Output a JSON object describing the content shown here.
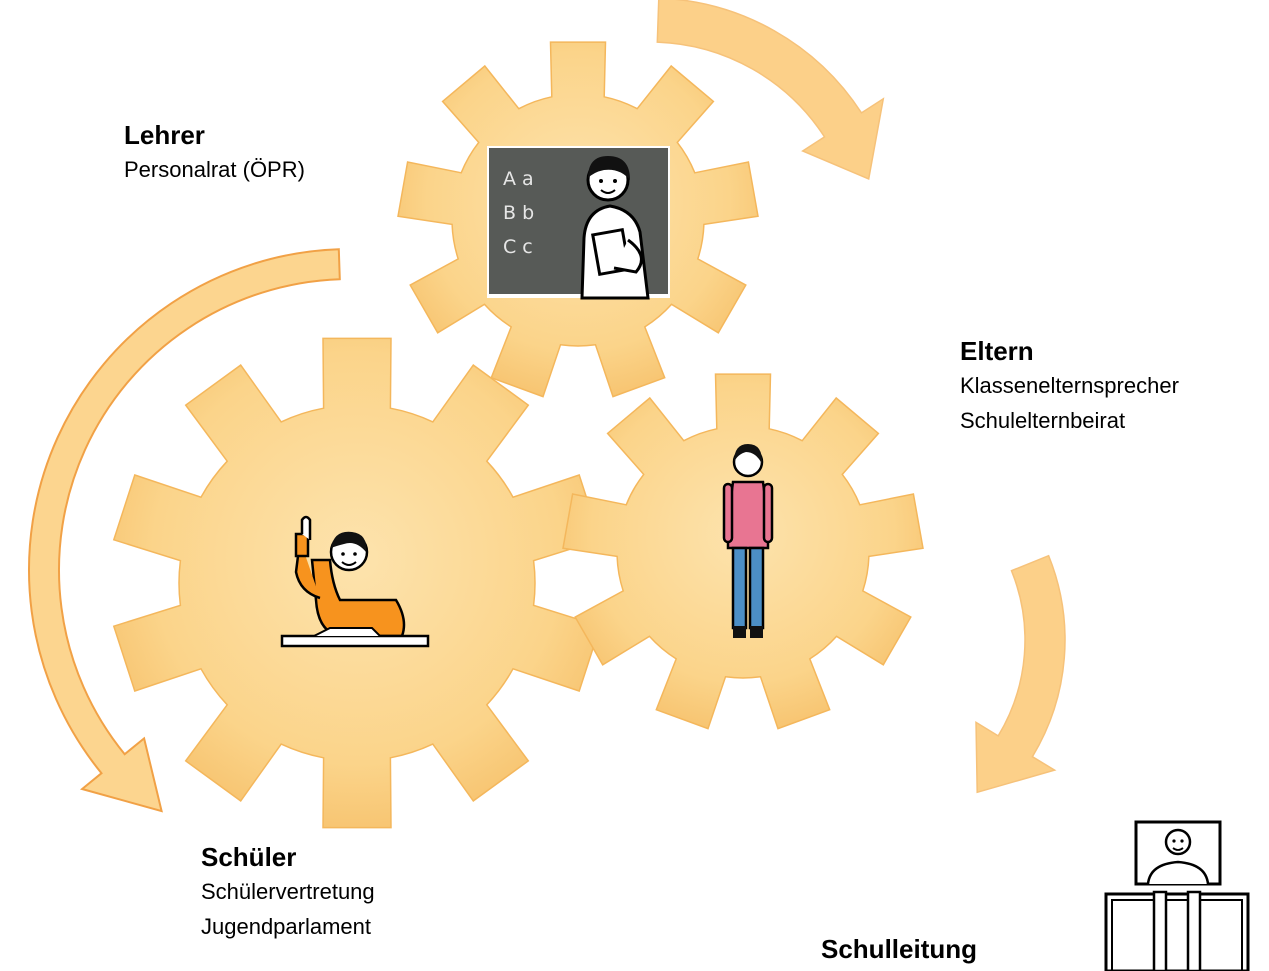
{
  "groups": {
    "lehrer": {
      "title": "Lehrer",
      "lines": [
        "Personalrat (ÖPR)"
      ]
    },
    "eltern": {
      "title": "Eltern",
      "lines": [
        "Klassenelternsprecher",
        "Schulelternbeirat"
      ]
    },
    "schueler": {
      "title": "Schüler",
      "lines": [
        "Schülervertretung",
        "Jugendparlament"
      ]
    },
    "schulleitung": {
      "title": "Schulleitung"
    }
  },
  "chalkboard": {
    "row1": "A  a",
    "row2": "B  b",
    "row3": "C  c"
  },
  "colors": {
    "gear_fill": "#fbd48a",
    "gear_edge": "#f4b75c",
    "arrow_fill": "#fbd48a",
    "arrow_edge": "#f1a146",
    "chalkboard": "#575a57",
    "student_shirt": "#f7931e",
    "parent_shirt": "#e87592",
    "parent_pants": "#4c8fc6"
  }
}
